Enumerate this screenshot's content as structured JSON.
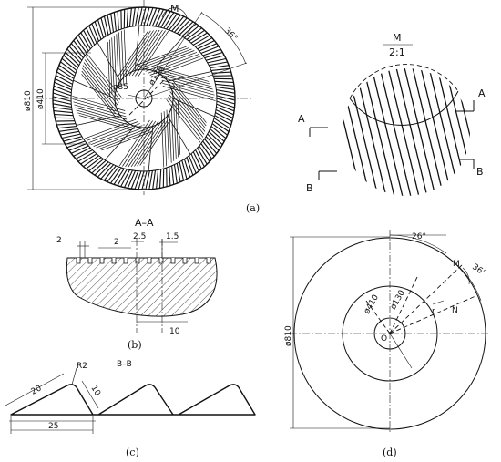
{
  "captions": {
    "a": "(a)",
    "b": "(b)",
    "c": "(c)",
    "d": "(d)"
  },
  "panel_a": {
    "detail_marker": "M",
    "dim_outer": "ø810",
    "dim_mid": "ø410",
    "dim_hub": "ø130",
    "dim_bore": "ø85",
    "angle": "36°"
  },
  "detail_m": {
    "title": "M",
    "scale": "2:1",
    "section_a_left": "A",
    "section_a_right": "A",
    "section_b_left": "B",
    "section_b_right": "B"
  },
  "panel_b": {
    "title": "A–A",
    "dim_groove_width": "2",
    "dim_land": "2",
    "dim_pitch": "2.5",
    "dim_depth": "1.5",
    "dim_bottom": "10"
  },
  "panel_c": {
    "title": "B–B",
    "dim_radius": "R2",
    "dim_flank": "20",
    "dim_short": "10",
    "dim_base": "25"
  },
  "panel_d": {
    "dim_outer": "ø810",
    "dim_mid": "ø410",
    "dim_hub": "ø130",
    "angle_outer": "26°",
    "angle_inner": "36°",
    "label_m": "M",
    "label_n": "N",
    "label_o": "O",
    "label_r": "r"
  }
}
